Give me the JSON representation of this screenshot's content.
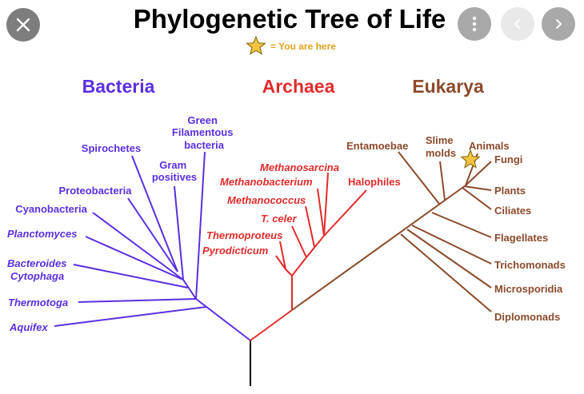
{
  "title": "Phylogenetic Tree of Life",
  "legend": {
    "star_text": "= You are here",
    "star_color": "#f5c242",
    "star_icon": "star-icon"
  },
  "colors": {
    "bacteria": "#5b2fe0",
    "archaea": "#e12b2b",
    "eukarya": "#8b4a2b",
    "trunk": "#000000"
  },
  "domains": {
    "bacteria": "Bacteria",
    "archaea": "Archaea",
    "eukarya": "Eukarya"
  },
  "bacteria_taxa": {
    "green_filamentous": [
      "Green",
      "Filamentous",
      "bacteria"
    ],
    "spirochetes": "Spirochetes",
    "gram_positives": [
      "Gram",
      "positives"
    ],
    "proteobacteria": "Proteobacteria",
    "cyanobacteria": "Cyanobacteria",
    "planctomyces": "Planctomyces",
    "bacteroides": [
      "Bacteroides",
      "Cytophaga"
    ],
    "thermotoga": "Thermotoga",
    "aquifex": "Aquifex"
  },
  "archaea_taxa": {
    "methanosarcina": "Methanosarcina",
    "methanobacterium": "Methanobacterium",
    "halophiles": "Halophiles",
    "methanococcus": "Methanococcus",
    "t_celer": "T. celer",
    "thermoproteus": "Thermoproteus",
    "pyrodicticum": "Pyrodicticum"
  },
  "eukarya_taxa": {
    "entamoebae": "Entamoebae",
    "slime_molds": [
      "Slime",
      "molds"
    ],
    "animals": "Animals",
    "fungi": "Fungi",
    "plants": "Plants",
    "ciliates": "Ciliates",
    "flagellates": "Flagellates",
    "trichomonads": "Trichomonads",
    "microsporidia": "Microsporidia",
    "diplomonads": "Diplomonads"
  },
  "controls": {
    "close_icon": "close-icon",
    "more_icon": "more-vertical-icon",
    "prev_icon": "chevron-left-icon",
    "next_icon": "chevron-right-icon"
  }
}
